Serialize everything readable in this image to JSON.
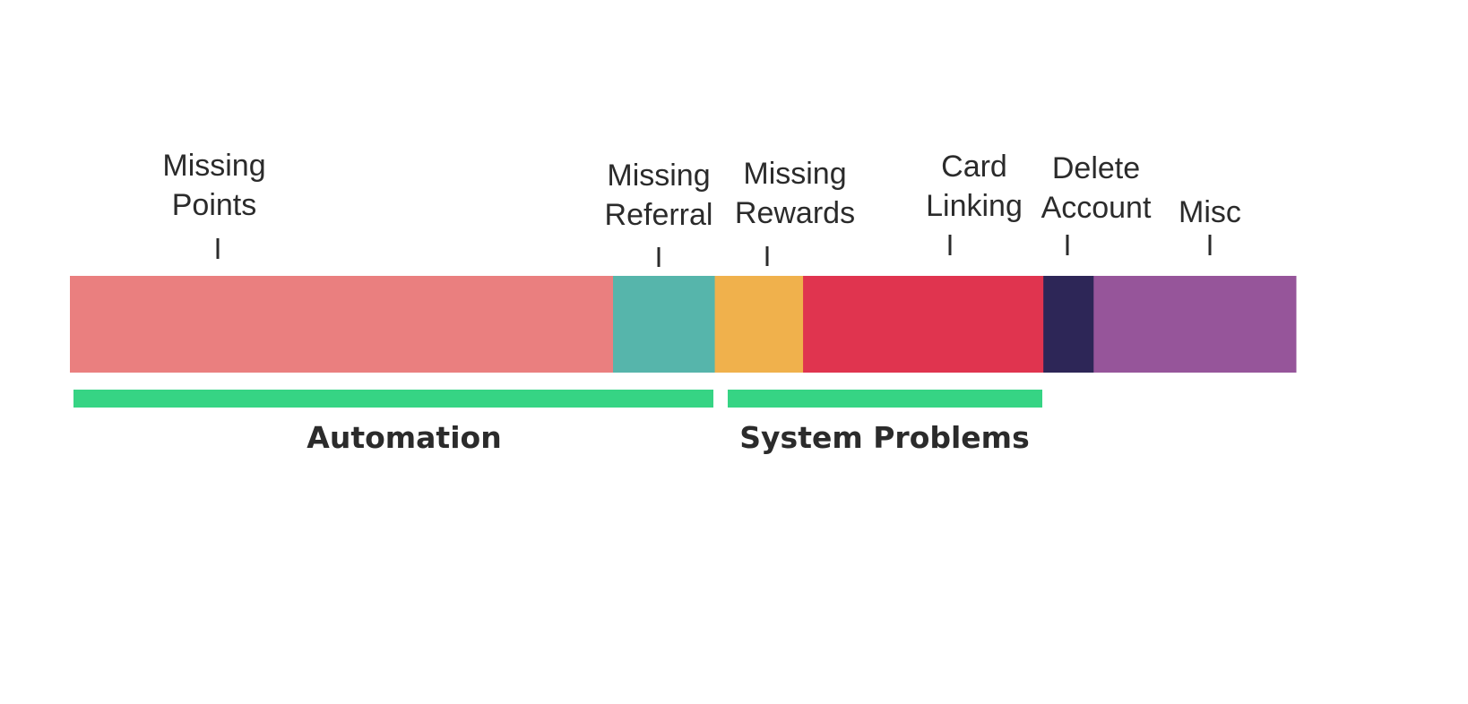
{
  "chart_data": {
    "type": "bar",
    "orientation": "horizontal-stacked",
    "categories": [
      "Missing Points",
      "Missing Referral",
      "Missing Rewards",
      "Card Linking",
      "Delete Account",
      "Misc"
    ],
    "values": [
      44.3,
      8.3,
      7.2,
      19.6,
      4.1,
      16.5
    ],
    "series": [
      {
        "label_lines": [
          "Missing",
          "Points"
        ],
        "value": 44.3,
        "color": "#ea7f7f"
      },
      {
        "label_lines": [
          "Missing",
          "Referral"
        ],
        "value": 8.3,
        "color": "#56b5ab"
      },
      {
        "label_lines": [
          "Missing",
          "Rewards"
        ],
        "value": 7.2,
        "color": "#f0b14c"
      },
      {
        "label_lines": [
          "Card",
          "Linking"
        ],
        "value": 19.6,
        "color": "#e0344f"
      },
      {
        "label_lines": [
          "Delete",
          "Account"
        ],
        "value": 4.1,
        "color": "#2d2657"
      },
      {
        "label_lines": [
          "Misc"
        ],
        "value": 16.5,
        "color": "#96559a"
      }
    ],
    "groups": [
      {
        "label": "Automation",
        "start_index": 0,
        "end_index": 1,
        "color": "#36d484"
      },
      {
        "label": "System Problems",
        "start_index": 2,
        "end_index": 3,
        "color": "#36d484"
      }
    ],
    "title": "",
    "xlabel": "",
    "ylabel": ""
  }
}
